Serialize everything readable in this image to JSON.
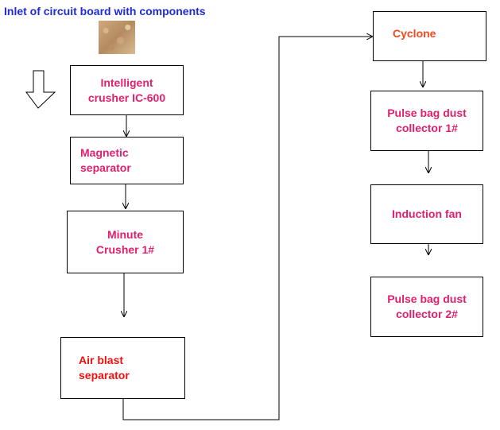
{
  "title": "Inlet of circuit board with components",
  "nodes": {
    "crusher": "Intelligent\ncrusher IC-600",
    "magnetic": "Magnetic\nseparator",
    "minute": "Minute\nCrusher  1#",
    "airblast": "Air blast\nseparator",
    "cyclone": "Cyclone",
    "pulse1": "Pulse bag dust\ncollector 1#",
    "fan": "Induction fan",
    "pulse2": "Pulse bag dust\ncollector  2#"
  }
}
